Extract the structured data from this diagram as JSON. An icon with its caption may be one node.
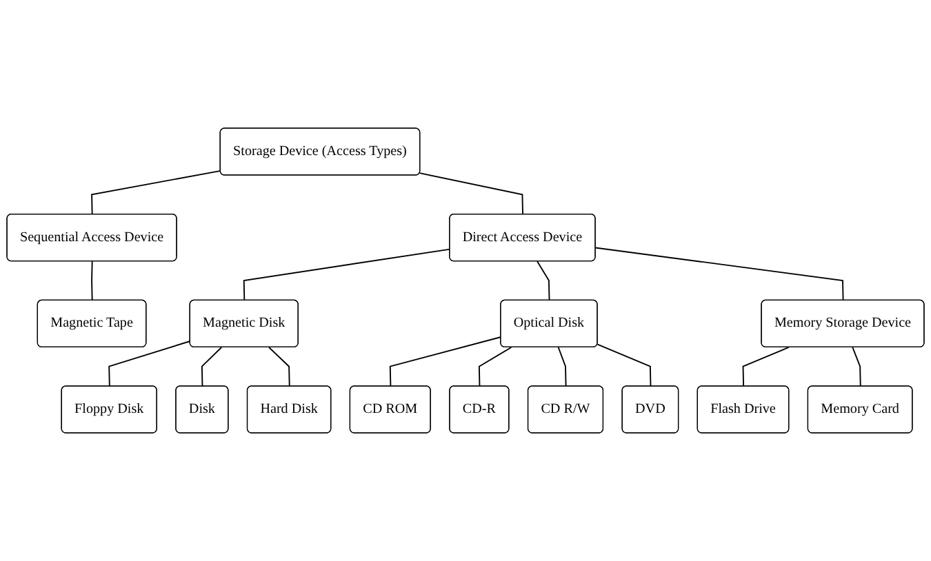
{
  "diagram": {
    "nodes": [
      {
        "text": [
          "Storage Device (Access Types)"
        ]
      },
      {
        "text": [
          "Sequential Access Device"
        ]
      },
      {
        "text": [
          "Direct Access Device"
        ]
      },
      {
        "text": [
          "Magnetic Tape"
        ]
      },
      {
        "text": [
          "Magnetic Disk"
        ]
      },
      {
        "text": [
          "Optical Disk"
        ]
      },
      {
        "text": [
          "Memory Storage Device"
        ]
      },
      {
        "text": [
          "Floppy Disk"
        ]
      },
      {
        "text": [
          "Disk"
        ]
      },
      {
        "text": [
          "Hard Disk"
        ]
      },
      {
        "text": [
          "CD ROM"
        ]
      },
      {
        "text": [
          "CD-R"
        ]
      },
      {
        "text": [
          "CD R/W"
        ]
      },
      {
        "text": [
          "DVD"
        ]
      },
      {
        "text": [
          "Flash Drive"
        ]
      },
      {
        "text": [
          "Memory Card"
        ]
      }
    ],
    "edges": [
      {
        "from": 0,
        "to": 1,
        "arrow": "none"
      },
      {
        "from": 0,
        "to": 2,
        "arrow": "none"
      },
      {
        "from": 1,
        "to": 3,
        "arrow": "none"
      },
      {
        "from": 2,
        "to": 4,
        "arrow": "none"
      },
      {
        "from": 2,
        "to": 5,
        "arrow": "none"
      },
      {
        "from": 2,
        "to": 6,
        "arrow": "none"
      },
      {
        "from": 4,
        "to": 7,
        "arrow": "none"
      },
      {
        "from": 4,
        "to": 8,
        "arrow": "none"
      },
      {
        "from": 4,
        "to": 9,
        "arrow": "none"
      },
      {
        "from": 5,
        "to": 10,
        "arrow": "none"
      },
      {
        "from": 5,
        "to": 11,
        "arrow": "none"
      },
      {
        "from": 5,
        "to": 12,
        "arrow": "none"
      },
      {
        "from": 5,
        "to": 13,
        "arrow": "none"
      },
      {
        "from": 6,
        "to": 14,
        "arrow": "none"
      },
      {
        "from": 6,
        "to": 15,
        "arrow": "none"
      }
    ]
  }
}
